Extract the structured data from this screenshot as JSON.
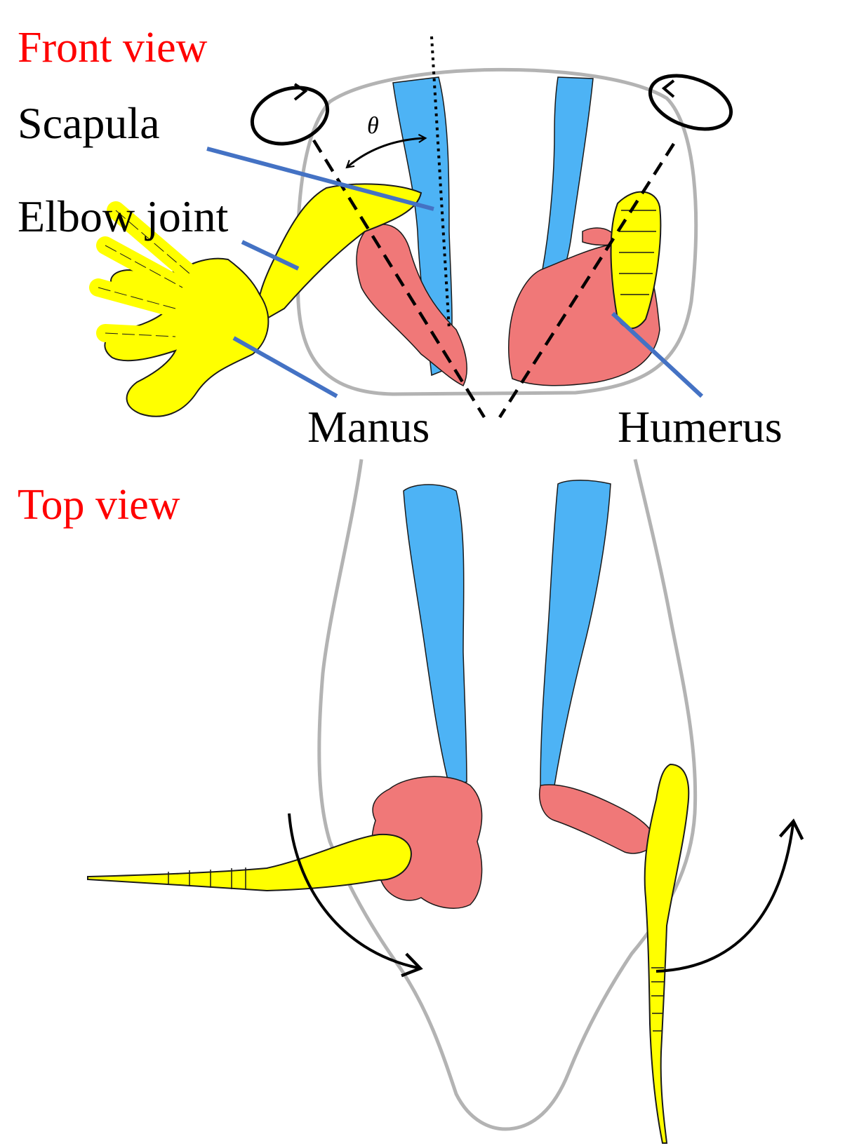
{
  "labels": {
    "front_view": "Front view",
    "top_view": "Top view",
    "scapula": "Scapula",
    "elbow_joint": "Elbow joint",
    "manus": "Manus",
    "humerus": "Humerus",
    "theta": "θ"
  },
  "colors": {
    "scapula_blue": "#4db3f5",
    "humerus_pink": "#f07878",
    "limb_yellow": "#ffff00",
    "label_red": "#ff0000",
    "pointer_blue": "#4472c4",
    "outline_gray": "#b3b3b3",
    "axis_black": "#000000"
  }
}
